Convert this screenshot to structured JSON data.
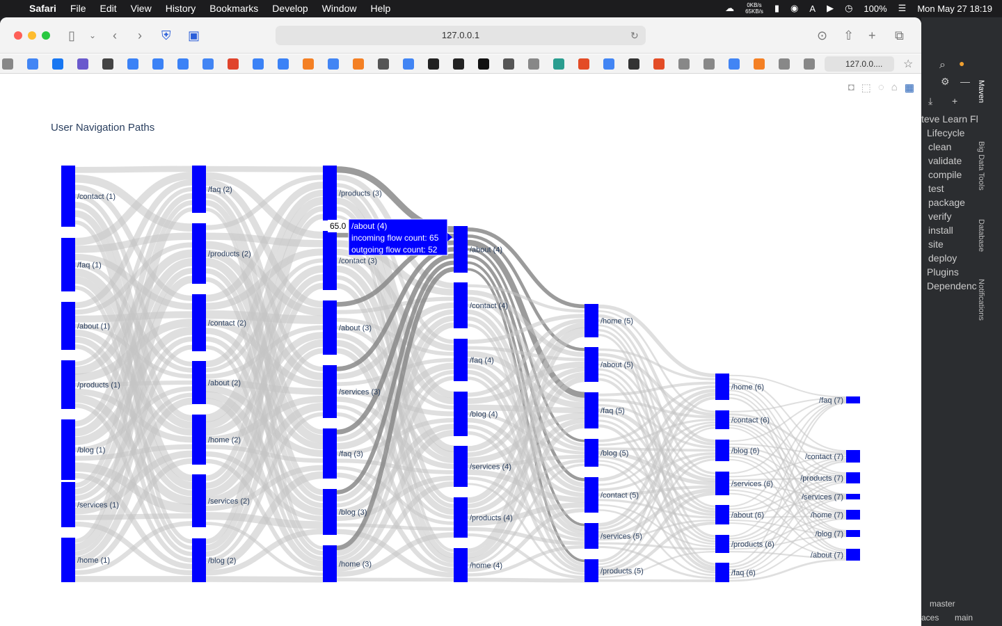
{
  "menubar": {
    "app": "Safari",
    "items": [
      "File",
      "Edit",
      "View",
      "History",
      "Bookmarks",
      "Develop",
      "Window",
      "Help"
    ],
    "net_up": "0KB/s",
    "net_down": "65KB/s",
    "battery": "100%",
    "datetime": "Mon May 27  18:19"
  },
  "browser": {
    "address": "127.0.0.1",
    "tab_label": "127.0.0...."
  },
  "chart_title": "User Navigation Paths",
  "tooltip": {
    "value": "65.0",
    "title": "/about (4)",
    "line1": "incoming flow count: 65",
    "line2": "outgoing flow count: 52"
  },
  "ide": {
    "header": "teve Learn Fl",
    "lifecycle": "Lifecycle",
    "goals": [
      "clean",
      "validate",
      "compile",
      "test",
      "package",
      "verify",
      "install",
      "site",
      "deploy"
    ],
    "plugins": "Plugins",
    "dependencies": "Dependenc",
    "vtabs": [
      "Maven",
      "Big Data Tools",
      "Database",
      "Notifications"
    ],
    "branch": "master",
    "branch2": "main",
    "spaces": "aces"
  },
  "colors": {
    "node": "#0000ff",
    "link": "#c4c4c4",
    "highlight": "#8a8a8a",
    "tooltip_bg": "#0000ff"
  },
  "chart_data": {
    "type": "sankey",
    "title": "User Navigation Paths",
    "nodes": [
      [
        "/contact (1)",
        "/faq (1)",
        "/about (1)",
        "/products (1)",
        "/blog (1)",
        "/services (1)",
        "/home (1)"
      ],
      [
        "/faq (2)",
        "/products (2)",
        "/contact (2)",
        "/about (2)",
        "/home (2)",
        "/services (2)",
        "/blog (2)"
      ],
      [
        "/products (3)",
        "/contact (3)",
        "/about (3)",
        "/services (3)",
        "/faq (3)",
        "/blog (3)",
        "/home (3)"
      ],
      [
        "/about (4)",
        "/contact (4)",
        "/faq (4)",
        "/blog (4)",
        "/services (4)",
        "/products (4)",
        "/home (4)"
      ],
      [
        "/home (5)",
        "/about (5)",
        "/faq (5)",
        "/blog (5)",
        "/contact (5)",
        "/services (5)",
        "/products (5)"
      ],
      [
        "/home (6)",
        "/contact (6)",
        "/blog (6)",
        "/services (6)",
        "/about (6)",
        "/products (6)",
        "/faq (6)"
      ],
      [
        "/faq (7)",
        "/contact (7)",
        "/products (7)",
        "/services (7)",
        "/home (7)",
        "/blog (7)",
        "/about (7)"
      ]
    ],
    "hovered_node": "/about (4)",
    "hovered_incoming": 65,
    "hovered_outgoing": 52
  }
}
